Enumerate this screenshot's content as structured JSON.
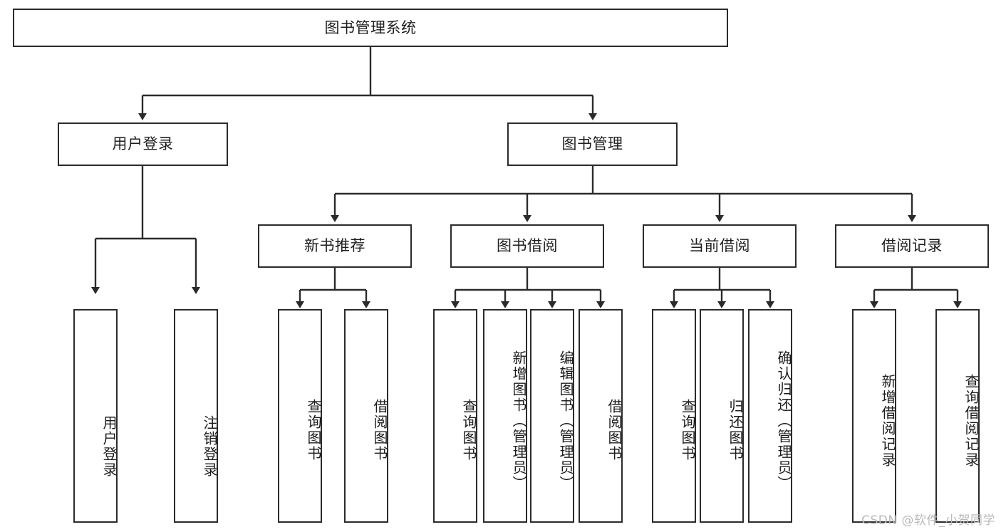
{
  "diagram": {
    "title": "图书管理系统",
    "type": "tree-hierarchy",
    "watermark": "CSDN @软件_小贺同学",
    "colors": {
      "stroke": "#2b2b2b",
      "fill": "#ffffff",
      "text": "#1d1d1d",
      "watermark": "#b9b9b9"
    },
    "levels": {
      "root": {
        "label": "图书管理系统"
      },
      "level2": [
        {
          "id": "user-login",
          "label": "用户登录"
        },
        {
          "id": "book-management",
          "label": "图书管理"
        }
      ],
      "level3": [
        {
          "id": "new-book-recommend",
          "label": "新书推荐"
        },
        {
          "id": "book-borrow",
          "label": "图书借阅"
        },
        {
          "id": "current-borrow",
          "label": "当前借阅"
        },
        {
          "id": "borrow-record",
          "label": "借阅记录"
        }
      ],
      "leaves": {
        "user_login": [
          {
            "id": "leaf-user-login",
            "label": "用户登录"
          },
          {
            "id": "leaf-logout-login",
            "label": "注销登录"
          }
        ],
        "new_book_recommend": [
          {
            "id": "leaf-query-book-1",
            "label": "查询图书"
          },
          {
            "id": "leaf-borrow-book-1",
            "label": "借阅图书"
          }
        ],
        "book_borrow": [
          {
            "id": "leaf-query-book-2",
            "label": "查询图书"
          },
          {
            "id": "leaf-add-book",
            "label": "新增图书（管理员）"
          },
          {
            "id": "leaf-edit-book",
            "label": "编辑图书（管理员）"
          },
          {
            "id": "leaf-borrow-book-2",
            "label": "借阅图书"
          }
        ],
        "current_borrow": [
          {
            "id": "leaf-query-book-3",
            "label": "查询图书"
          },
          {
            "id": "leaf-return-book",
            "label": "归还图书"
          },
          {
            "id": "leaf-confirm-return",
            "label": "确认归还（管理员）"
          }
        ],
        "borrow_record": [
          {
            "id": "leaf-add-record",
            "label": "新增借阅记录"
          },
          {
            "id": "leaf-query-record",
            "label": "查询借阅记录"
          }
        ]
      }
    }
  }
}
